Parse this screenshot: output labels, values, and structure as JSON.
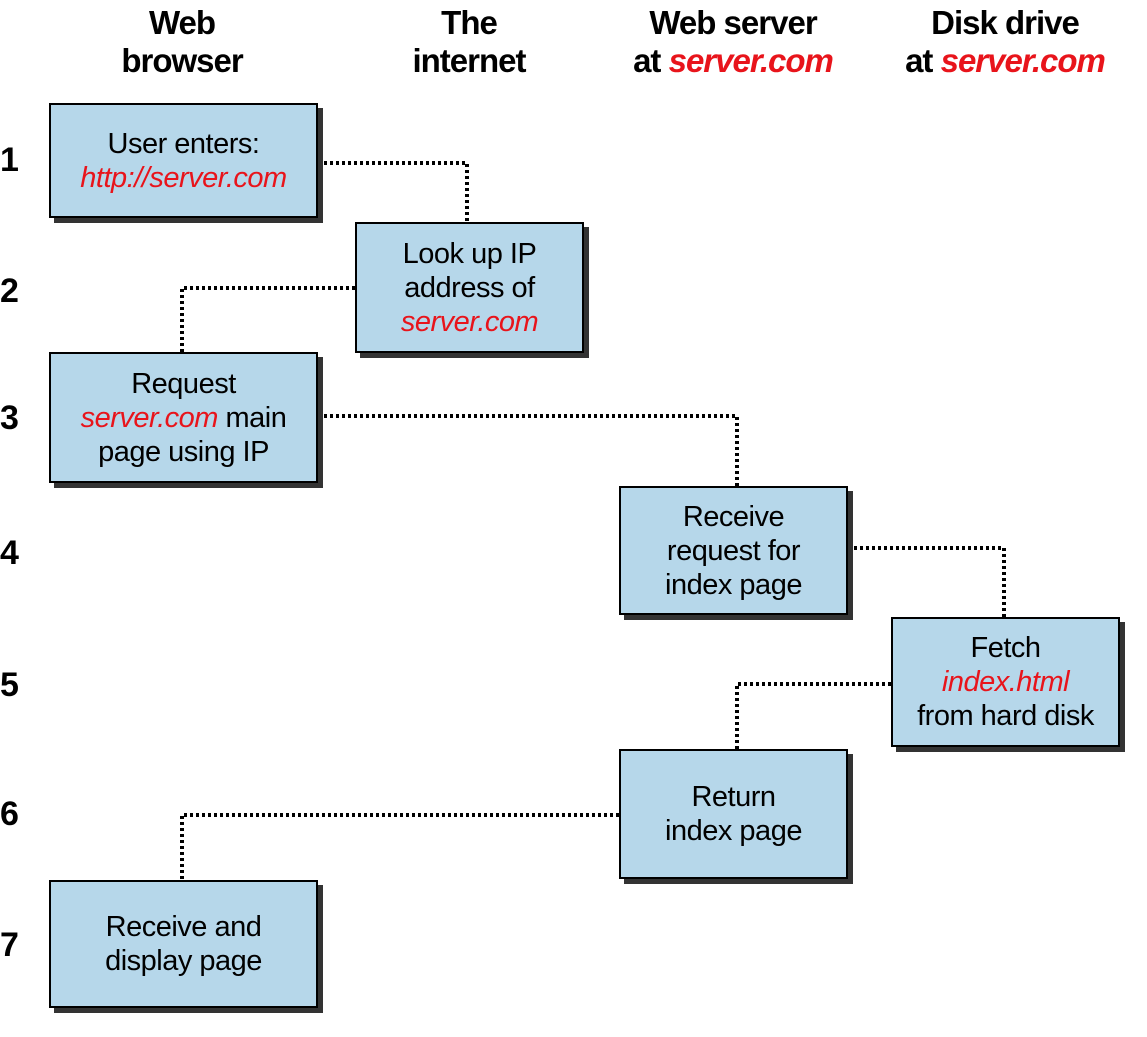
{
  "colors": {
    "accent": "#e8141b",
    "box_fill": "#b6d7ea",
    "box_border": "#000000",
    "link": "#000000"
  },
  "columns": [
    {
      "line1": "Web",
      "line2_prefix": "browser",
      "line2_accent": ""
    },
    {
      "line1": "The",
      "line2_prefix": "internet",
      "line2_accent": ""
    },
    {
      "line1": "Web server",
      "line2_prefix": "at ",
      "line2_accent": "server.com"
    },
    {
      "line1": "Disk drive",
      "line2_prefix": "at ",
      "line2_accent": "server.com"
    }
  ],
  "steps": [
    "1",
    "2",
    "3",
    "4",
    "5",
    "6",
    "7"
  ],
  "boxes": [
    {
      "lines": [
        [
          {
            "t": "User enters:"
          }
        ],
        [
          {
            "t": "http://server.com",
            "a": true
          }
        ]
      ]
    },
    {
      "lines": [
        [
          {
            "t": "Look up IP"
          }
        ],
        [
          {
            "t": "address of"
          }
        ],
        [
          {
            "t": "server.com",
            "a": true
          }
        ]
      ]
    },
    {
      "lines": [
        [
          {
            "t": "Request"
          }
        ],
        [
          {
            "t": "server.com",
            "a": true
          },
          {
            "t": " main"
          }
        ],
        [
          {
            "t": "page using IP"
          }
        ]
      ]
    },
    {
      "lines": [
        [
          {
            "t": "Receive"
          }
        ],
        [
          {
            "t": "request for"
          }
        ],
        [
          {
            "t": "index page"
          }
        ]
      ]
    },
    {
      "lines": [
        [
          {
            "t": "Fetch"
          }
        ],
        [
          {
            "t": "index.html",
            "a": true
          }
        ],
        [
          {
            "t": "from hard disk"
          }
        ]
      ]
    },
    {
      "lines": [
        [
          {
            "t": "Return"
          }
        ],
        [
          {
            "t": "index page"
          }
        ]
      ]
    },
    {
      "lines": [
        [
          {
            "t": "Receive and"
          }
        ],
        [
          {
            "t": "display page"
          }
        ]
      ]
    }
  ]
}
